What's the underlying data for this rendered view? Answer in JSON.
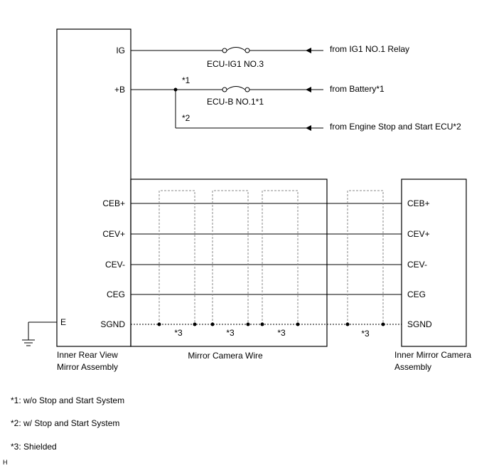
{
  "components": {
    "inner_rear_view_mirror": {
      "line1": "Inner Rear View",
      "line2": "Mirror Assembly"
    },
    "mirror_camera_wire": "Mirror Camera Wire",
    "inner_mirror_camera": {
      "line1": "Inner Mirror Camera",
      "line2": "Assembly"
    }
  },
  "power_pins": {
    "ig": "IG",
    "plus_b": "+B",
    "ground": "E"
  },
  "fuses": {
    "ecu_ig1": "ECU-IG1 NO.3",
    "ecu_b": "ECU-B NO.1*1"
  },
  "sources": {
    "ig1_relay": "from IG1 NO.1 Relay",
    "battery": "from Battery*1",
    "engine_stop_start": "from Engine Stop and Start ECU*2"
  },
  "branch_marks": {
    "mark1": "*1",
    "mark2": "*2"
  },
  "signal_pins": [
    "CEB+",
    "CEV+",
    "CEV-",
    "CEG",
    "SGND"
  ],
  "shield_marks": [
    "*3",
    "*3",
    "*3",
    "*3"
  ],
  "notes": [
    "*1: w/o Stop and Start System",
    "*2: w/ Stop and Start System",
    "*3: Shielded"
  ],
  "figure_id": "H",
  "colors": {
    "line": "#000000",
    "shield": "#888888"
  }
}
